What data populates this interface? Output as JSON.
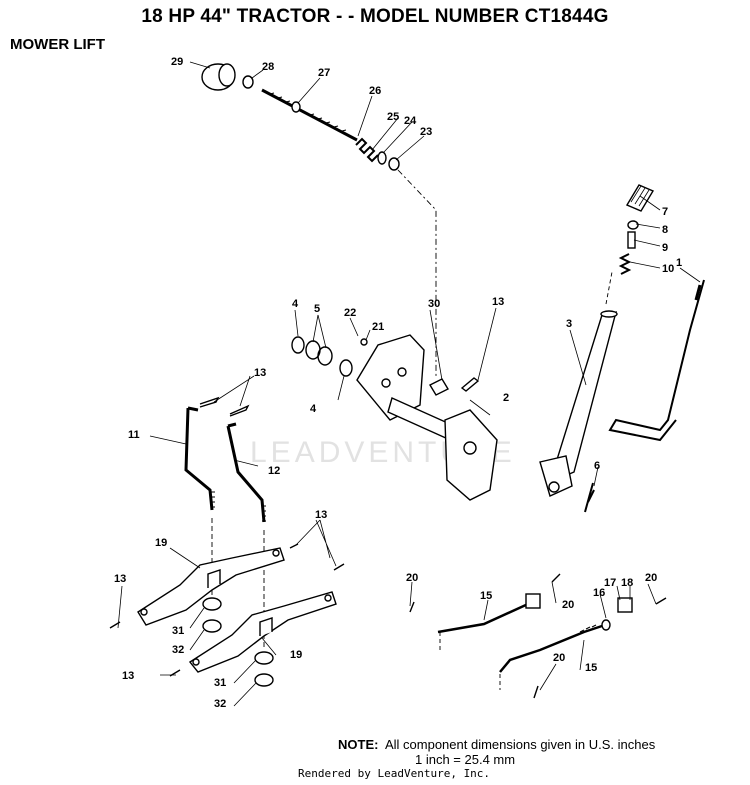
{
  "title": "18 HP 44\" TRACTOR - - MODEL NUMBER CT1844G",
  "section": "MOWER LIFT",
  "watermark": "LEADVENTURE",
  "callouts": [
    "29",
    "28",
    "27",
    "26",
    "25",
    "24",
    "23",
    "7",
    "8",
    "9",
    "10",
    "1",
    "3",
    "4",
    "5",
    "22",
    "21",
    "30",
    "13",
    "4",
    "2",
    "13",
    "11",
    "12",
    "6",
    "13",
    "19",
    "13",
    "31",
    "32",
    "19",
    "13",
    "31",
    "32",
    "20",
    "15",
    "20",
    "16",
    "17",
    "18",
    "20",
    "20",
    "15"
  ],
  "note": {
    "label": "NOTE:",
    "line1": "All component dimensions given in U.S. inches",
    "line2": "1 inch = 25.4 mm"
  },
  "footer": "Rendered by LeadVenture, Inc."
}
